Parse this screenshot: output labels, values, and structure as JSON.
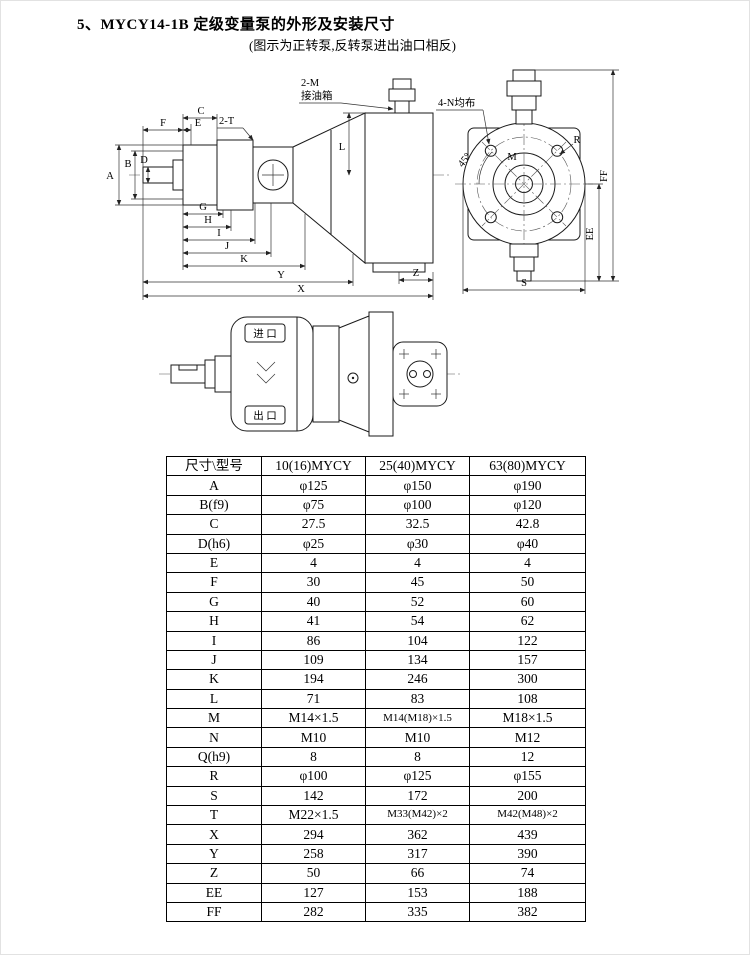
{
  "page": {
    "title": "5、MYCY14-1B 定级变量泵的外形及安装尺寸",
    "subtitle": "(图示为正转泵,反转泵进出油口相反)"
  },
  "labels": {
    "m2": "2-M",
    "tank": "接油箱",
    "t2": "2-T",
    "bolts": "4-N均布",
    "angle": "45°",
    "inlet": "进 口",
    "outlet": "出 口",
    "A": "A",
    "B": "B",
    "C": "C",
    "D": "D",
    "E": "E",
    "F": "F",
    "G": "G",
    "H": "H",
    "I": "I",
    "J": "J",
    "K": "K",
    "L": "L",
    "M": "M",
    "R": "R",
    "S": "S",
    "X": "X",
    "Y": "Y",
    "Z": "Z",
    "EE": "EE",
    "FF": "FF"
  },
  "table": {
    "headers": [
      "尺寸\\型号",
      "10(16)MYCY",
      "25(40)MYCY",
      "63(80)MYCY"
    ],
    "rows": [
      [
        "A",
        "φ125",
        "φ150",
        "φ190"
      ],
      [
        "B(f9)",
        "φ75",
        "φ100",
        "φ120"
      ],
      [
        "C",
        "27.5",
        "32.5",
        "42.8"
      ],
      [
        "D(h6)",
        "φ25",
        "φ30",
        "φ40"
      ],
      [
        "E",
        "4",
        "4",
        "4"
      ],
      [
        "F",
        "30",
        "45",
        "50"
      ],
      [
        "G",
        "40",
        "52",
        "60"
      ],
      [
        "H",
        "41",
        "54",
        "62"
      ],
      [
        "I",
        "86",
        "104",
        "122"
      ],
      [
        "J",
        "109",
        "134",
        "157"
      ],
      [
        "K",
        "194",
        "246",
        "300"
      ],
      [
        "L",
        "71",
        "83",
        "108"
      ],
      [
        "M",
        "M14×1.5",
        "M14(M18)×1.5",
        "M18×1.5"
      ],
      [
        "N",
        "M10",
        "M10",
        "M12"
      ],
      [
        "Q(h9)",
        "8",
        "8",
        "12"
      ],
      [
        "R",
        "φ100",
        "φ125",
        "φ155"
      ],
      [
        "S",
        "142",
        "172",
        "200"
      ],
      [
        "T",
        "M22×1.5",
        "M33(M42)×2",
        "M42(M48)×2"
      ],
      [
        "X",
        "294",
        "362",
        "439"
      ],
      [
        "Y",
        "258",
        "317",
        "390"
      ],
      [
        "Z",
        "50",
        "66",
        "74"
      ],
      [
        "EE",
        "127",
        "153",
        "188"
      ],
      [
        "FF",
        "282",
        "335",
        "382"
      ]
    ]
  }
}
